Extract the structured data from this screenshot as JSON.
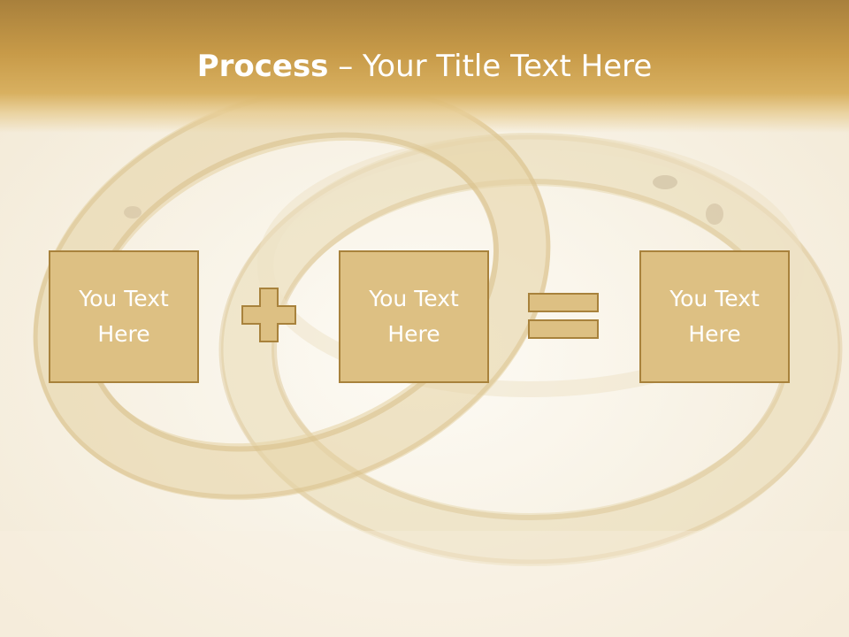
{
  "title": {
    "bold": "Process",
    "rest": " – Your Title Text Here"
  },
  "boxes": [
    {
      "line1": "You Text",
      "line2": "Here"
    },
    {
      "line1": "You Text",
      "line2": "Here"
    },
    {
      "line1": "You Text",
      "line2": "Here"
    }
  ],
  "operators": {
    "first": "plus-icon",
    "second": "equals-icon"
  },
  "colors": {
    "header": "#c79a48",
    "box_fill": "#ddc083",
    "box_border": "#a8823c",
    "text": "#ffffff"
  }
}
